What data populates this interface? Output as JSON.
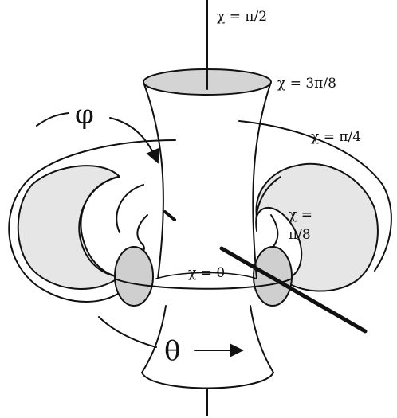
{
  "labels": {
    "chi_pi_2": "χ = π/2",
    "chi_3pi_8": "χ = 3π/8",
    "chi_pi_4": "χ = π/4",
    "chi_pi_8_top": "χ =",
    "chi_pi_8_bottom": "π/8",
    "chi_0": "χ = 0",
    "phi": "φ",
    "theta": "θ"
  },
  "colors": {
    "stroke": "#111111",
    "light_fill": "#e6e6e6",
    "dark_fill": "#cfcfcf"
  }
}
